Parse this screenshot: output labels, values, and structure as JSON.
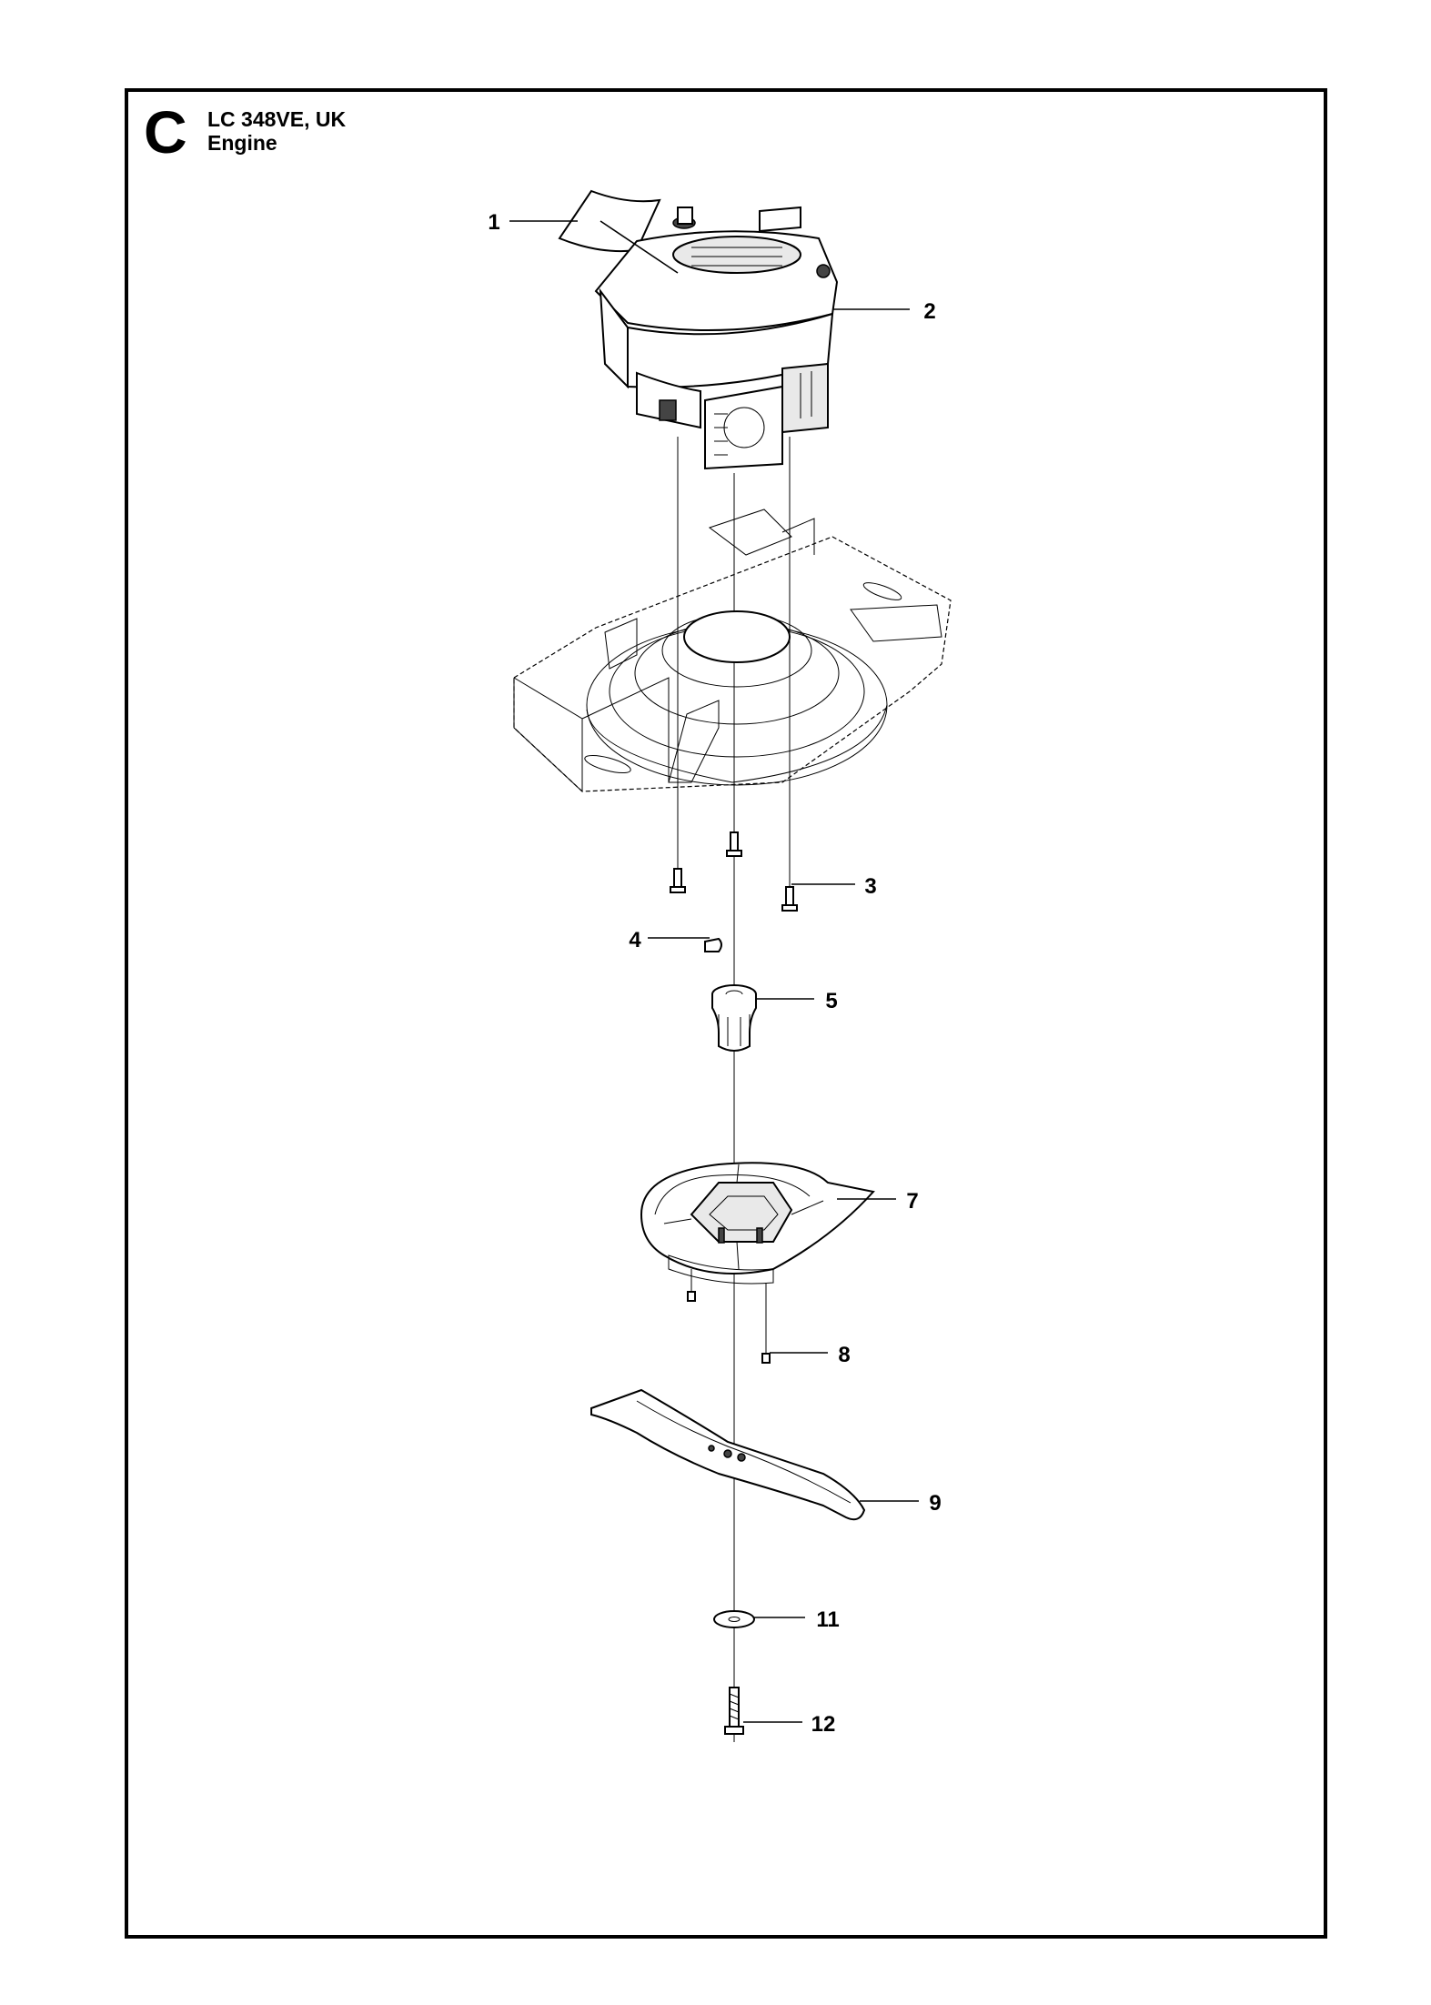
{
  "header": {
    "section_letter": "C",
    "model": "LC 348VE, UK",
    "title": "Engine"
  },
  "callouts": [
    {
      "id": "1",
      "label": "1"
    },
    {
      "id": "2",
      "label": "2"
    },
    {
      "id": "3",
      "label": "3"
    },
    {
      "id": "4",
      "label": "4"
    },
    {
      "id": "5",
      "label": "5"
    },
    {
      "id": "7",
      "label": "7"
    },
    {
      "id": "8",
      "label": "8"
    },
    {
      "id": "9",
      "label": "9"
    },
    {
      "id": "11",
      "label": "11"
    },
    {
      "id": "12",
      "label": "12"
    }
  ]
}
